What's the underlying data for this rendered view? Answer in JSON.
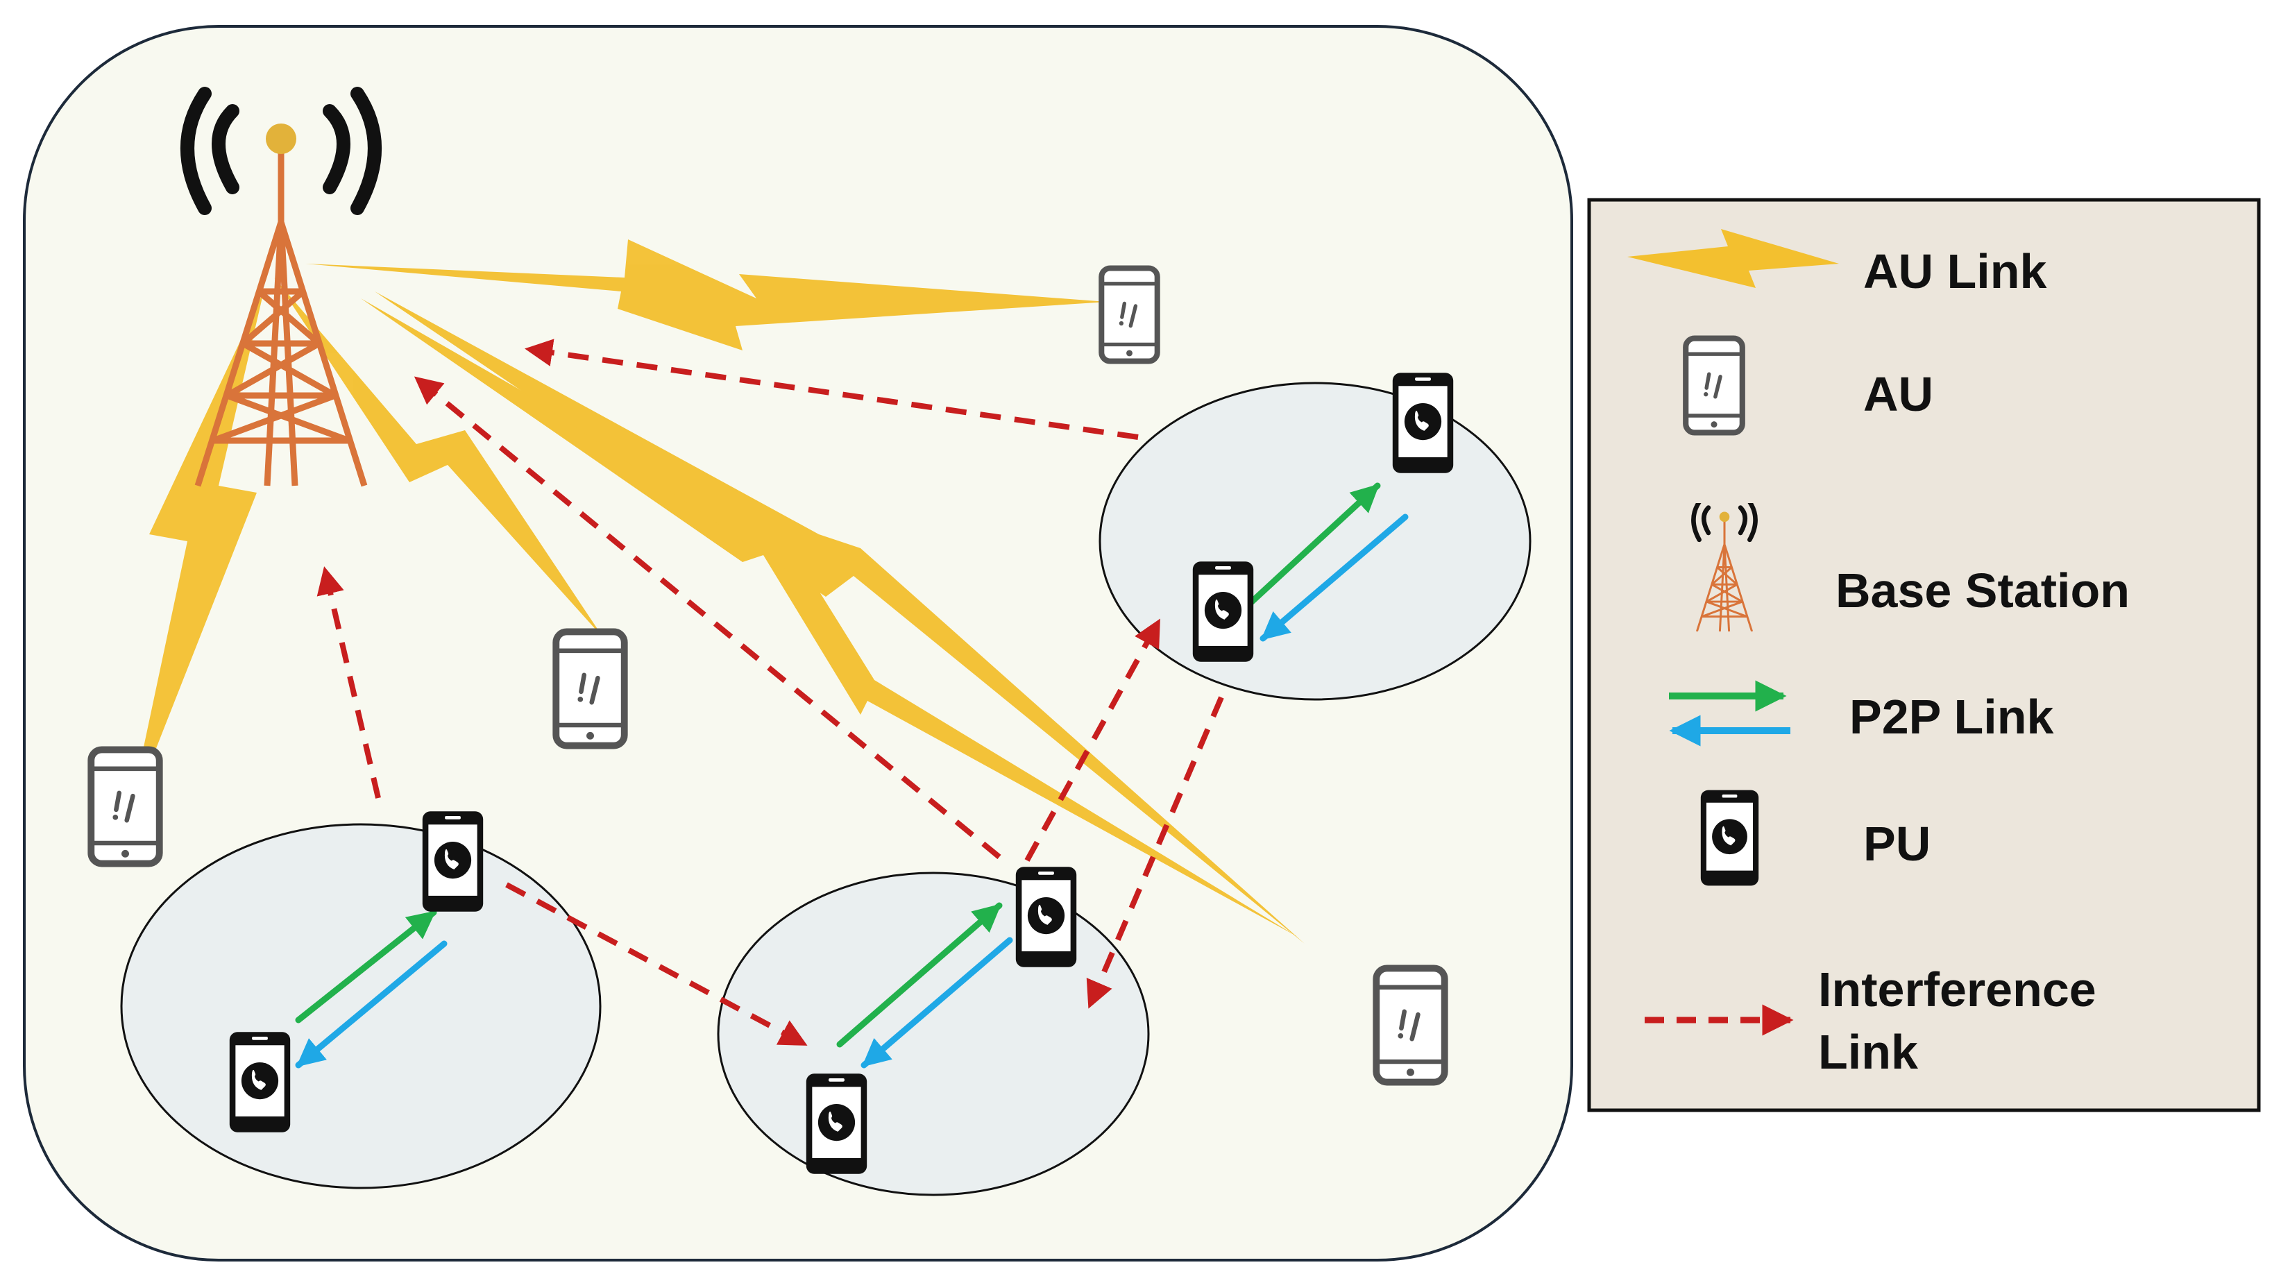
{
  "legend": {
    "au_link_label": "AU Link",
    "au_label": "AU",
    "base_station_label": "Base Station",
    "p2p_link_label": "P2P Link",
    "pu_label": "PU",
    "interference_label_line1": "Interference",
    "interference_label_line2": "Link"
  },
  "colors": {
    "background_panel": "#f8f9f0",
    "legend_panel": "#ece6dc",
    "cluster_fill": "#eaeff0",
    "au_link": "#f3c02f",
    "tower": "#d9743a",
    "p2p_forward": "#22b14c",
    "p2p_reverse": "#1fa8e6",
    "interference": "#c81e1e",
    "pu_phone": "#111111",
    "au_phone": "#555555"
  },
  "icons": {
    "base_station": "cell-tower-icon",
    "au": "tablet-phone-icon",
    "pu": "phone-call-icon"
  }
}
